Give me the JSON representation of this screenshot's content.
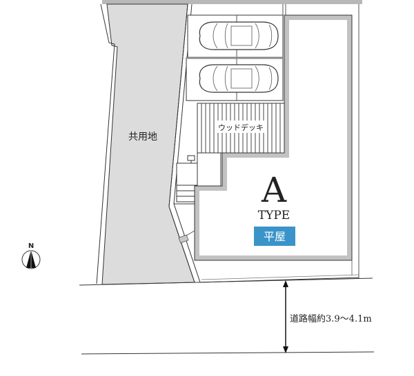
{
  "plan": {
    "common_land_label": "共用地",
    "wood_deck_label": "ウッドデッキ",
    "house": {
      "type_letter": "A",
      "type_word": "TYPE",
      "style_badge": "平屋",
      "badge_color": "#3a93c9"
    },
    "parking_spaces": [
      {
        "name": "parking-space-1"
      },
      {
        "name": "parking-space-2"
      }
    ],
    "compass": {
      "direction_label": "N"
    },
    "road": {
      "width_label": "道路幅約3.9〜4.1m"
    },
    "colors": {
      "common_land_fill": "#dcdcdc",
      "wall_gray": "#bdbdbd",
      "line": "#333333",
      "top_band": "#b8b8b8"
    }
  }
}
